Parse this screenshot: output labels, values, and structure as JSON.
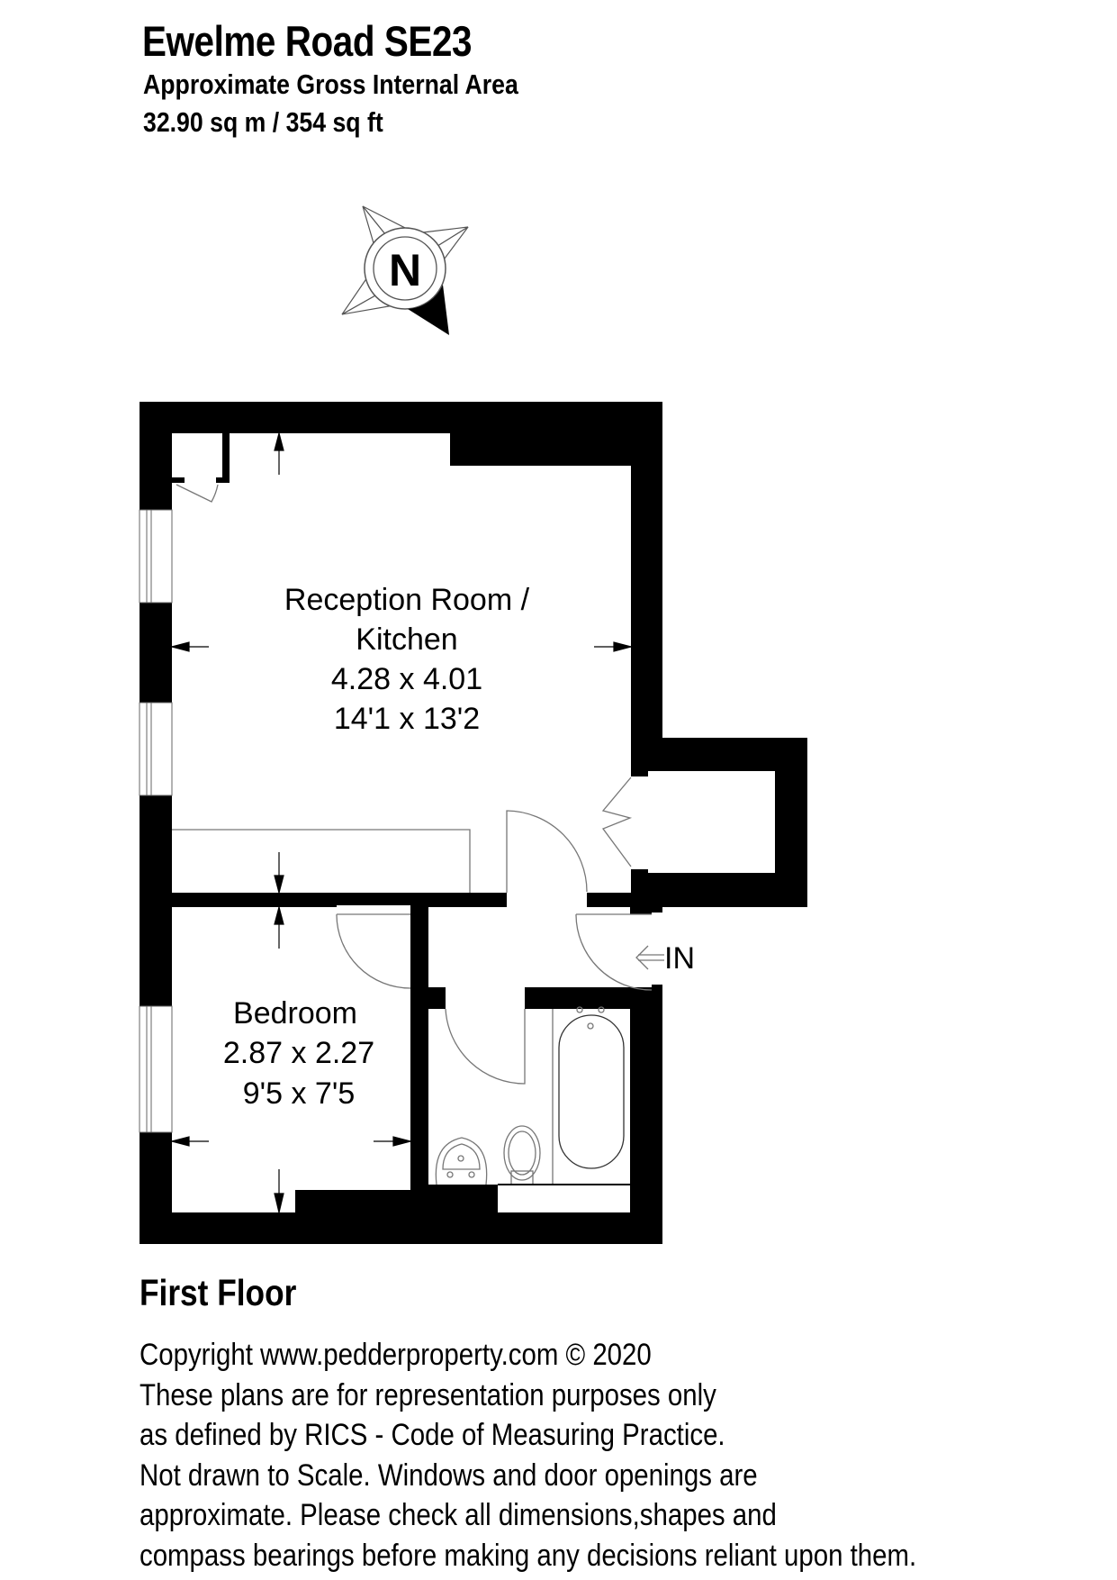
{
  "header": {
    "title": "Ewelme Road SE23",
    "area_label": "Approximate Gross Internal Area",
    "area_value": "32.90 sq m / 354 sq ft"
  },
  "compass": {
    "icon": "north-compass-icon",
    "letter": "N"
  },
  "plan": {
    "floor_label": "First Floor",
    "entrance_label": "IN",
    "rooms": [
      {
        "name_line1": "Reception Room /",
        "name_line2": "Kitchen",
        "metric": "4.28 x 4.01",
        "imperial": "14'1 x 13'2"
      },
      {
        "name_line1": "Bedroom",
        "metric": "2.87 x 2.27",
        "imperial": "9'5 x 7'5"
      }
    ],
    "colors": {
      "wall": "#000000",
      "fixture_line": "#808080",
      "background": "#ffffff"
    }
  },
  "disclaimer": {
    "lines": [
      "Copyright www.pedderproperty.com © 2020",
      "These plans are for representation purposes only",
      "as defined by RICS - Code of Measuring Practice.",
      "Not drawn to Scale. Windows and door openings are",
      "approximate. Please check all dimensions,shapes and",
      "compass bearings before making any decisions reliant upon them."
    ]
  }
}
